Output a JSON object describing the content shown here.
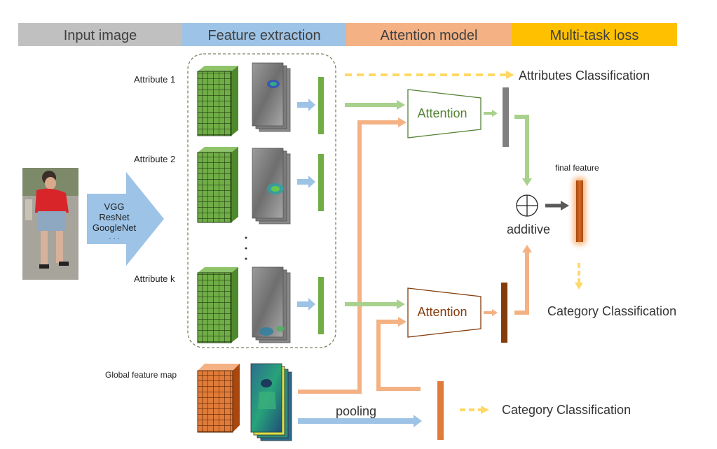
{
  "header": {
    "stages": [
      {
        "label": "Input image",
        "color": "#c0c0c0"
      },
      {
        "label": "Feature extraction",
        "color": "#9dc3e6"
      },
      {
        "label": "Attention model",
        "color": "#f4b183"
      },
      {
        "label": "Multi-task loss",
        "color": "#ffc000"
      }
    ]
  },
  "backbone": {
    "lines": [
      "VGG",
      "ResNet",
      "GoogleNet",
      "· · ·"
    ]
  },
  "attributes": [
    {
      "label": "Attribute 1"
    },
    {
      "label": "Attribute 2"
    },
    {
      "label": "Attribute k"
    }
  ],
  "global": {
    "label": "Global feature map"
  },
  "attention": {
    "label": "Attention"
  },
  "fusion": {
    "label": "additive",
    "final_label": "final feature"
  },
  "outputs": {
    "attributes_classification": "Attributes Classification",
    "category_classification": "Category Classification",
    "pooling": "pooling"
  },
  "colors": {
    "green": "#70ad47",
    "green_light": "#a9d18e",
    "orange": "#f4b183",
    "orange_dark": "#c55a11",
    "blue_arrow": "#9dc3e6",
    "yellow": "#ffd966",
    "gray_bar": "#7f7f7f",
    "brown_bar": "#843c0c"
  }
}
